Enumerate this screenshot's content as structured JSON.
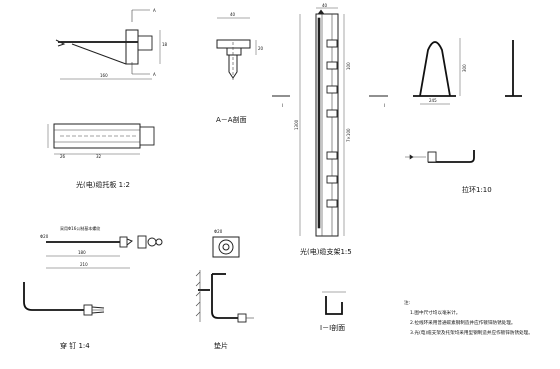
{
  "captions": {
    "tray": "光(电)缆托板 1:2",
    "aa_section": "A－A剖面",
    "bracket": "光(电)缆支架1:5",
    "pull_ring": "拉环1:10",
    "nail": "穿 钉 1:4",
    "washer": "垫片",
    "section_11": "I－I剖面"
  },
  "section_markers": {
    "A": "A",
    "one": "I"
  },
  "tray_dims": {
    "overall": "160",
    "left": "26",
    "right": "32",
    "height": "18"
  },
  "aa_dims": {
    "width": "40",
    "depth": "20"
  },
  "bracket_dims": {
    "height": "1300",
    "pitch": "100",
    "repeat": "7×100",
    "side": "40"
  },
  "ring_dims": {
    "width": "245",
    "height": "300"
  },
  "nail_dims": {
    "dia": "Φ20",
    "len1": "180",
    "len2": "210",
    "thread_note": "采用Φ16公制基本螺纹"
  },
  "washer_dims": {
    "dia": "Φ20"
  },
  "notes": {
    "heading": "注:",
    "items": [
      "1.图中尺寸均以毫米计。",
      "2.拉线环采用普通碳素钢制造并应作镀锌防锈处理。",
      "3.光(电)缆支架及托架均采用型钢制造并应作镀锌防锈处理。"
    ]
  }
}
